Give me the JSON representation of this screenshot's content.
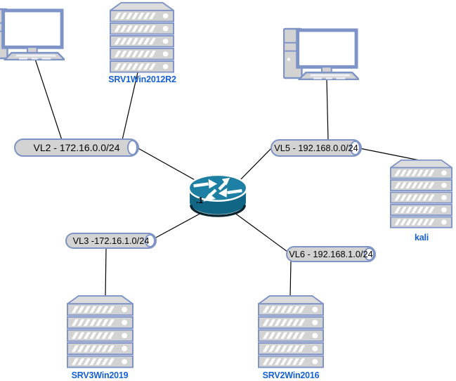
{
  "diagram": {
    "tool": "network-topology",
    "colors": {
      "background": "#ffffff",
      "device_border": "#7e93c7",
      "device_fill": "#d3d3d3",
      "label_blue": "#1560d4",
      "segment_fill": "#d3d3d3",
      "router_teal_top": "#1d7fa3",
      "router_teal_side": "#116685",
      "link_line": "#000000",
      "segment_text": "#000000"
    },
    "nodes": {
      "pc_left": {
        "type": "workstation",
        "label": ""
      },
      "srv1": {
        "type": "server",
        "label": "SRV1Win2012R2"
      },
      "pc_right": {
        "type": "workstation",
        "label": ""
      },
      "kali": {
        "type": "server",
        "label": "kali"
      },
      "srv3": {
        "type": "server",
        "label": "SRV3Win2019"
      },
      "srv2": {
        "type": "server",
        "label": "SRV2Win2016"
      },
      "router": {
        "type": "router",
        "interface_label": ".1"
      }
    },
    "segments": {
      "vl2": {
        "label": "VL2 - 172.16.0.0/24"
      },
      "vl5": {
        "label": "VL5 - 192.168.0.0/24"
      },
      "vl3": {
        "label": "VL3 -172.16.1.0/24"
      },
      "vl6": {
        "label": "VL6 - 192.168.1.0/24"
      }
    },
    "links": [
      {
        "from": "pc_left",
        "to": "vl2"
      },
      {
        "from": "srv1",
        "to": "vl2"
      },
      {
        "from": "vl2",
        "to": "router"
      },
      {
        "from": "vl3",
        "to": "router"
      },
      {
        "from": "vl3",
        "to": "srv3"
      },
      {
        "from": "pc_right",
        "to": "vl5"
      },
      {
        "from": "vl5",
        "to": "router"
      },
      {
        "from": "vl5",
        "to": "kali"
      },
      {
        "from": "vl6",
        "to": "router"
      },
      {
        "from": "vl6",
        "to": "srv2"
      }
    ]
  }
}
